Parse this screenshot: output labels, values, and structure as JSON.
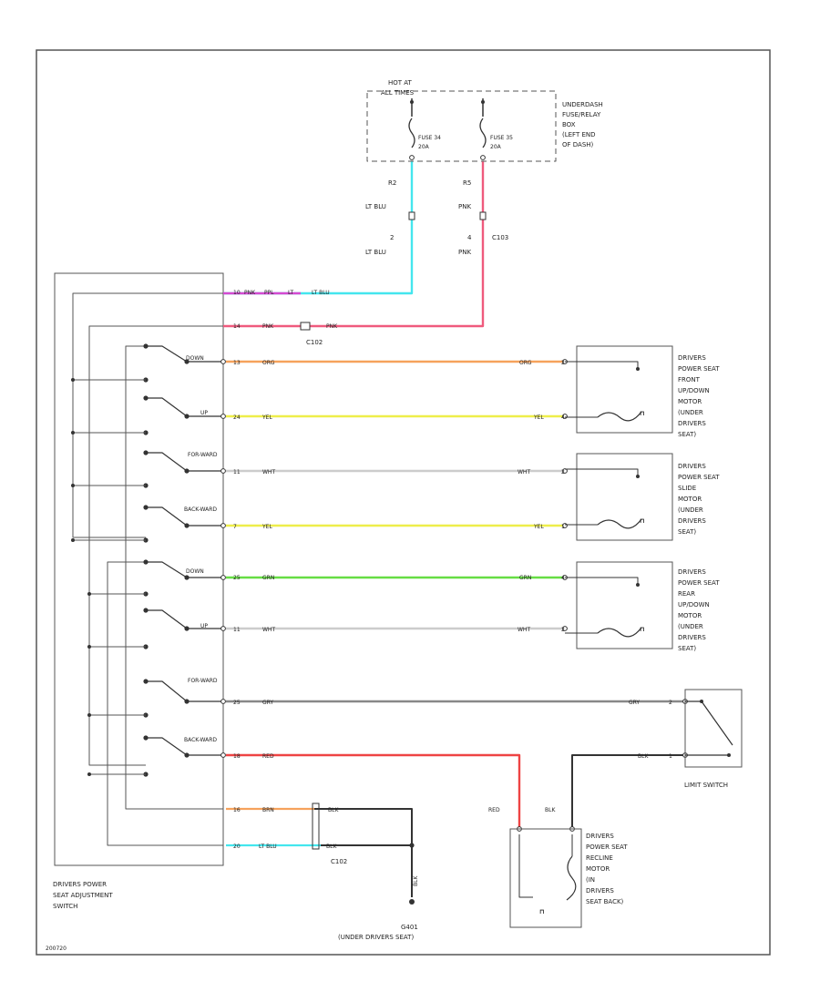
{
  "colors": {
    "lt_blu": "#44e6ee",
    "pnk": "#ef5a7d",
    "pnk_violet": "#d64ad0",
    "org": "#f6a25c",
    "yel": "#eeee4a",
    "wht": "#cccccc",
    "grn": "#66dd44",
    "gry": "#888888",
    "red": "#ee4444",
    "blk": "#333333",
    "frame": "#555555",
    "ink": "#333333"
  },
  "fuse_box": {
    "hot_label": "HOT AT",
    "hot_label2": "ALL TIMES",
    "name_lines": [
      "UNDERDASH",
      "FUSE/RELAY",
      "BOX",
      "(LEFT END",
      "OF DASH)"
    ],
    "fuse_a": "FUSE 34",
    "fuse_a_rating": "20A",
    "fuse_b": "FUSE 35",
    "fuse_b_rating": "20A"
  },
  "feeds": {
    "a_pin_top": "R2",
    "a_wire_top": "LT BLU",
    "a_pin_low": "2",
    "a_wire_low": "LT BLU",
    "b_pin_top": "R5",
    "b_wire_top": "PNK",
    "b_pin_low": "4",
    "b_wire_low": "PNK",
    "b_connector": "C103"
  },
  "switch_inputs": {
    "pin_a": "10",
    "wire_a1": "PNK",
    "wire_a2": "PPL",
    "wire_a3": "LT",
    "wire_a4": "LT BLU",
    "pin_b": "14",
    "wire_b1": "PNK",
    "wire_b2": "PNK",
    "connector": "C102"
  },
  "switch": {
    "name_lines": [
      "DRIVERS POWER",
      "SEAT ADJUSTMENT",
      "SWITCH"
    ],
    "positions": [
      "DOWN",
      "UP",
      "FOR-WARD",
      "BACK-WARD",
      "DOWN",
      "UP",
      "FOR-WARD",
      "BACK-WARD"
    ]
  },
  "circuits": [
    {
      "pin": "13",
      "wire_left": "ORG",
      "wire_right": "ORG",
      "motor_pin": "2"
    },
    {
      "pin": "24",
      "wire_left": "YEL",
      "wire_right": "YEL",
      "motor_pin": "4"
    },
    {
      "pin": "11",
      "wire_left": "WHT",
      "wire_right": "WHT",
      "motor_pin": "2"
    },
    {
      "pin": "7",
      "wire_left": "YEL",
      "wire_right": "YEL",
      "motor_pin": "1"
    },
    {
      "pin": "25",
      "wire_left": "GRN",
      "wire_right": "GRN",
      "motor_pin": "4"
    },
    {
      "pin": "11",
      "wire_left": "WHT",
      "wire_right": "WHT",
      "motor_pin": "2"
    },
    {
      "pin": "25",
      "wire_left": "GRY",
      "wire_right": "GRY",
      "motor_pin": "2"
    },
    {
      "pin": "18",
      "wire_left": "RED",
      "wire_right": "BLK",
      "motor_pin": "1"
    }
  ],
  "motors": {
    "front": [
      "DRIVERS",
      "POWER SEAT",
      "FRONT",
      "UP/DOWN",
      "MOTOR",
      "(UNDER",
      "DRIVERS",
      "SEAT)"
    ],
    "slide": [
      "DRIVERS",
      "POWER SEAT",
      "SLIDE",
      "MOTOR",
      "(UNDER",
      "DRIVERS",
      "SEAT)"
    ],
    "rear": [
      "DRIVERS",
      "POWER SEAT",
      "REAR",
      "UP/DOWN",
      "MOTOR",
      "(UNDER",
      "DRIVERS",
      "SEAT)"
    ],
    "recline": [
      "DRIVERS",
      "POWER SEAT",
      "RECLINE",
      "MOTOR",
      "(IN",
      "DRIVERS",
      "SEAT BACK)"
    ]
  },
  "limit_switch": {
    "label": "LIMIT SWITCH"
  },
  "recline_wires": {
    "red": "RED",
    "blk": "BLK"
  },
  "ground_circuit": {
    "pin_c": "16",
    "wire_c1": "BRN",
    "wire_c2": "BLK",
    "pin_d": "20",
    "wire_d1": "LT BLU",
    "wire_d2": "BLK",
    "connector": "C102",
    "drop_wire": "BLK",
    "ground": "G401",
    "location": "(UNDER DRIVERS SEAT)"
  },
  "figure_code": "200720"
}
